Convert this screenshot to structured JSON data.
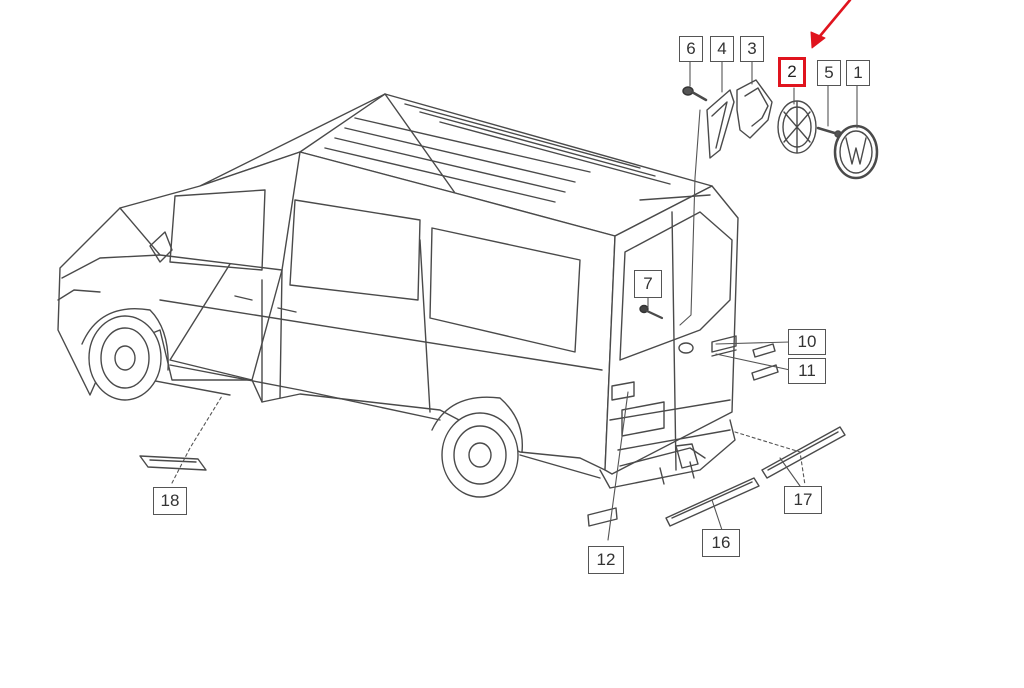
{
  "diagram": {
    "callouts": [
      {
        "id": "c6",
        "text": "6"
      },
      {
        "id": "c4",
        "text": "4"
      },
      {
        "id": "c3",
        "text": "3"
      },
      {
        "id": "c2",
        "text": "2",
        "highlight": true
      },
      {
        "id": "c5",
        "text": "5"
      },
      {
        "id": "c1",
        "text": "1"
      },
      {
        "id": "c7",
        "text": "7"
      },
      {
        "id": "c10",
        "text": "10"
      },
      {
        "id": "c11",
        "text": "11"
      },
      {
        "id": "c12",
        "text": "12"
      },
      {
        "id": "c16",
        "text": "16"
      },
      {
        "id": "c17",
        "text": "17"
      },
      {
        "id": "c18",
        "text": "18"
      }
    ],
    "colors": {
      "line": "#4a4a4a",
      "highlight": "#e0141e",
      "fill": "#ffffff",
      "part": "#6a6a6a"
    }
  }
}
